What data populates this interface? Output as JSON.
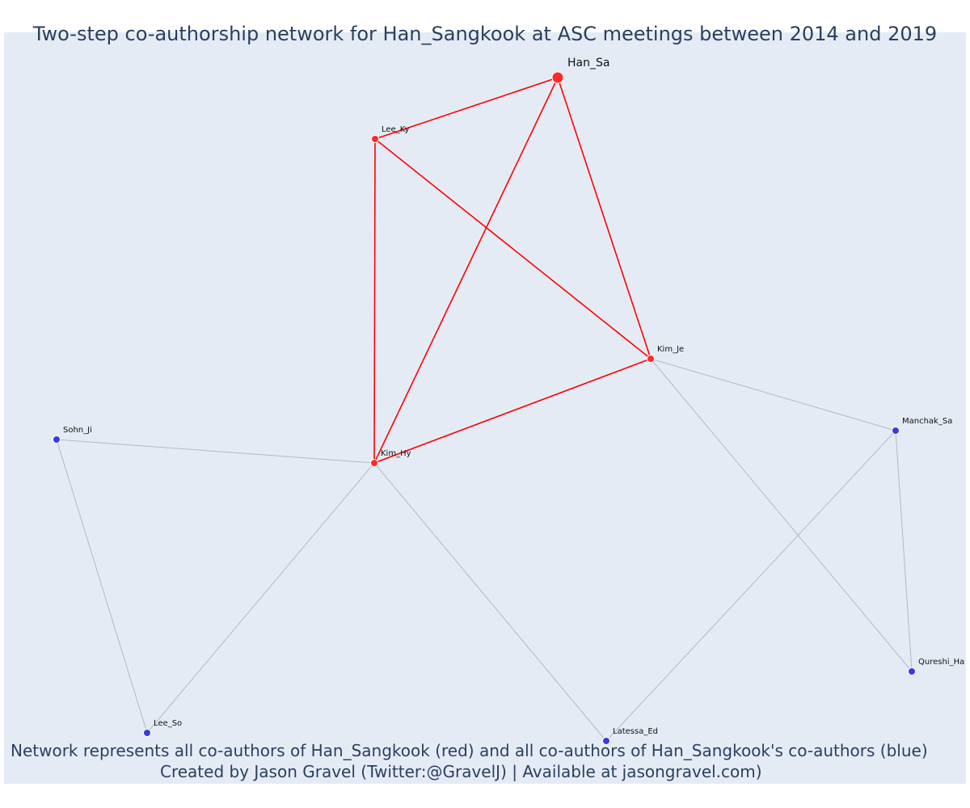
{
  "title": "Two-step co-authorship network for Han_Sangkook at ASC meetings between 2014 and 2019",
  "footer_line1": "Network represents all co-authors of Han_Sangkook (red) and all co-authors of Han_Sangkook's co-authors (blue)",
  "footer_line2": "Created by Jason Gravel (Twitter:@GravelJ) | Available at jasongravel.com)",
  "colors": {
    "background": "#e5ebf5",
    "primary_node": "#ff2a2a",
    "primary_edge": "#ff0000",
    "secondary_node": "#3a3ae0",
    "secondary_edge": "#b3b8c8",
    "text": "#2a3f5f"
  },
  "network": {
    "nodes": [
      {
        "id": "Han_Sa",
        "label": "Han_Sa",
        "group": "focal"
      },
      {
        "id": "Lee_Ky",
        "label": "Lee_Ky",
        "group": "coauthor"
      },
      {
        "id": "Kim_Je",
        "label": "Kim_Je",
        "group": "coauthor"
      },
      {
        "id": "Kim_Hy",
        "label": "Kim_Hy",
        "group": "coauthor"
      },
      {
        "id": "Sohn_Ji",
        "label": "Sohn_Ji",
        "group": "second"
      },
      {
        "id": "Manchak_Sa",
        "label": "Manchak_Sa",
        "group": "second"
      },
      {
        "id": "Qureshi_Ha",
        "label": "Qureshi_Ha",
        "group": "second"
      },
      {
        "id": "Lee_So",
        "label": "Lee_So",
        "group": "second"
      },
      {
        "id": "Latessa_Ed",
        "label": "Latessa_Ed",
        "group": "second"
      }
    ],
    "edges": [
      {
        "source": "Han_Sa",
        "target": "Lee_Ky",
        "type": "primary"
      },
      {
        "source": "Han_Sa",
        "target": "Kim_Je",
        "type": "primary"
      },
      {
        "source": "Han_Sa",
        "target": "Kim_Hy",
        "type": "primary"
      },
      {
        "source": "Lee_Ky",
        "target": "Kim_Je",
        "type": "primary"
      },
      {
        "source": "Lee_Ky",
        "target": "Kim_Hy",
        "type": "primary"
      },
      {
        "source": "Kim_Je",
        "target": "Kim_Hy",
        "type": "primary"
      },
      {
        "source": "Kim_Je",
        "target": "Manchak_Sa",
        "type": "secondary"
      },
      {
        "source": "Kim_Je",
        "target": "Qureshi_Ha",
        "type": "secondary"
      },
      {
        "source": "Kim_Hy",
        "target": "Sohn_Ji",
        "type": "secondary"
      },
      {
        "source": "Kim_Hy",
        "target": "Lee_So",
        "type": "secondary"
      },
      {
        "source": "Kim_Hy",
        "target": "Latessa_Ed",
        "type": "secondary"
      },
      {
        "source": "Sohn_Ji",
        "target": "Lee_So",
        "type": "secondary"
      },
      {
        "source": "Manchak_Sa",
        "target": "Qureshi_Ha",
        "type": "secondary"
      },
      {
        "source": "Manchak_Sa",
        "target": "Latessa_Ed",
        "type": "secondary"
      }
    ]
  }
}
